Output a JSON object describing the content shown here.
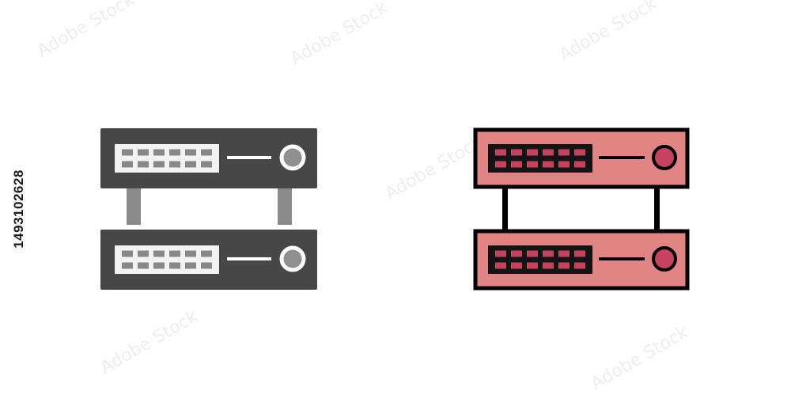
{
  "stock_id": "1493102628",
  "watermark": "Adobe Stock",
  "icons": [
    {
      "style": "glyph",
      "frame_color": "#474747",
      "port_color": "#f2f2f2",
      "port_hole_color": "#888888",
      "connector_color": "#8a8a8a",
      "line_color": "#ffffff",
      "knob_ring": "#ffffff",
      "knob_fill": "#8f8f8f"
    },
    {
      "style": "filled-outline",
      "frame_color": "#e08583",
      "outline_color": "#000000",
      "port_color": "#141414",
      "port_hole_color": "#c4435f",
      "connector_color": "#000000",
      "line_color": "#000000",
      "knob_ring": "#000000",
      "knob_fill": "#c4435f"
    }
  ]
}
